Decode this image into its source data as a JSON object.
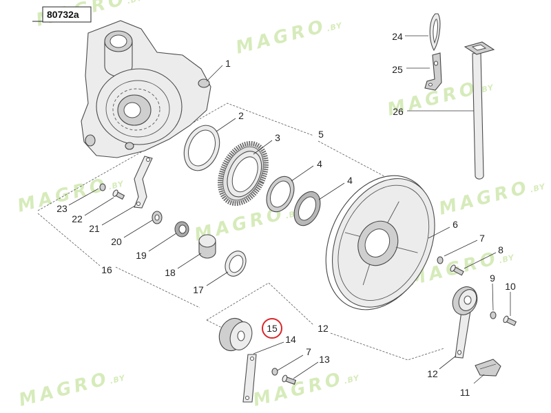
{
  "figure": {
    "id": "80732a"
  },
  "watermark": {
    "brand": "MAGRO",
    "suffix": ".BY"
  },
  "callouts": [
    "1",
    "2",
    "3",
    "5",
    "4",
    "4",
    "24",
    "25",
    "26",
    "6",
    "7",
    "8",
    "9",
    "10",
    "12",
    "11",
    "12",
    "14",
    "15",
    "7",
    "13",
    "23",
    "22",
    "21",
    "20",
    "19",
    "18",
    "17",
    "16"
  ],
  "highlighted_callout": {
    "label": "15"
  },
  "colors": {
    "highlight": "#d9262b",
    "watermark": "#b5dc82",
    "line": "#333333",
    "part_stroke": "#4a4a4a"
  }
}
